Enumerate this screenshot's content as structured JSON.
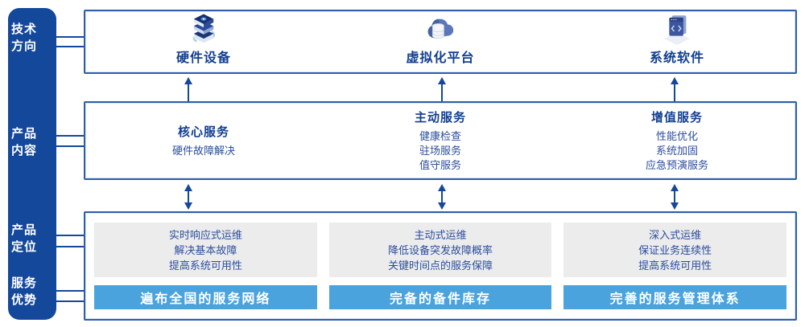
{
  "colors": {
    "navy": "#14489B",
    "box_border": "#2e5ea9",
    "title_text": "#123f91",
    "body_text": "#2b4d9e",
    "banner_blue": "#4aa3dc",
    "gray_box": "#ececec"
  },
  "sidebar": {
    "items": [
      {
        "label": "技术\n方向"
      },
      {
        "label": "产品\n内容"
      },
      {
        "label": "产品\n定位"
      },
      {
        "label": "服务\n优势"
      }
    ]
  },
  "tech_row": {
    "items": [
      {
        "icon": "server-stack-icon",
        "label": "硬件设备"
      },
      {
        "icon": "cloud-database-icon",
        "label": "虚拟化平台"
      },
      {
        "icon": "code-window-icon",
        "label": "系统软件"
      }
    ]
  },
  "content_row": {
    "columns": [
      {
        "title": "核心服务",
        "items": [
          "硬件故障解决"
        ]
      },
      {
        "title": "主动服务",
        "items": [
          "健康检查",
          "驻场服务",
          "值守服务"
        ]
      },
      {
        "title": "增值服务",
        "items": [
          "性能优化",
          "系统加固",
          "应急预演服务"
        ]
      }
    ]
  },
  "position_row": {
    "columns": [
      {
        "lines": [
          "实时响应式运维",
          "解决基本故障",
          "提高系统可用性"
        ],
        "banner": "遍布全国的服务网络"
      },
      {
        "lines": [
          "主动式运维",
          "降低设备突发故障概率",
          "关键时间点的服务保障"
        ],
        "banner": "完备的备件库存"
      },
      {
        "lines": [
          "深入式运维",
          "保证业务连续性",
          "提高系统可用性"
        ],
        "banner": "完善的服务管理体系"
      }
    ]
  }
}
